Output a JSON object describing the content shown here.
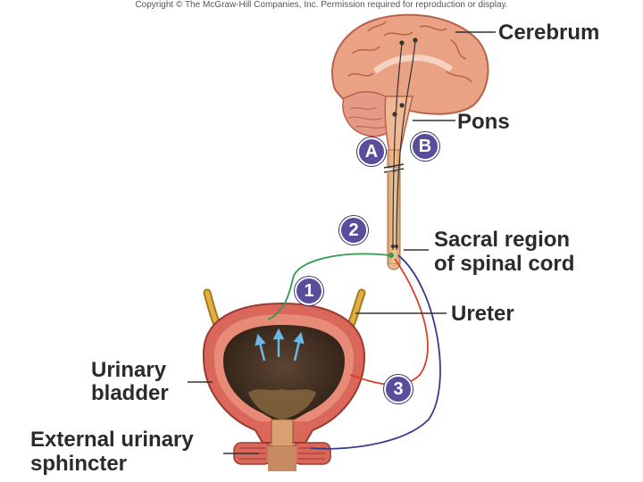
{
  "copyright": "Copyright © The McGraw-Hill Companies, Inc. Permission required for reproduction or display.",
  "labels": {
    "cerebrum": "Cerebrum",
    "pons": "Pons",
    "sacral_line1": "Sacral region",
    "sacral_line2": "of spinal cord",
    "ureter": "Ureter",
    "bladder_line1": "Urinary",
    "bladder_line2": "bladder",
    "sphincter_line1": "External urinary",
    "sphincter_line2": "sphincter"
  },
  "markers": {
    "a": "A",
    "b": "B",
    "one": "1",
    "two": "2",
    "three": "3"
  },
  "colors": {
    "brain": "#e9a283",
    "brain_dark": "#c8735a",
    "cord": "#e8b98a",
    "bladder_wall": "#d9675a",
    "bladder_inner": "#3e2e20",
    "ureter": "#e0b040",
    "nerve_sensory": "#2e9a52",
    "nerve_motor_red": "#d8402a",
    "nerve_motor_blue": "#3a3a8c",
    "arrow": "#6ab8e8",
    "marker": "#5a4e9c"
  }
}
